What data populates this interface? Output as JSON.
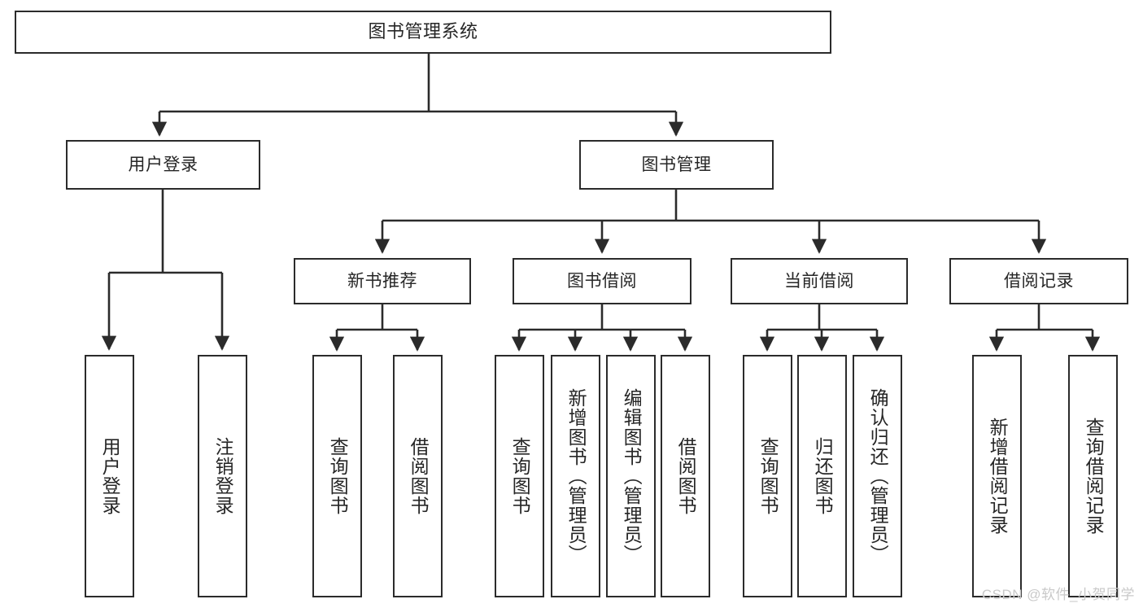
{
  "diagram": {
    "title": "图书管理系统",
    "type": "tree-hierarchy-diagram",
    "root": {
      "label": "图书管理系统"
    },
    "level2": [
      {
        "label": "用户登录"
      },
      {
        "label": "图书管理"
      }
    ],
    "level3": [
      {
        "label": "新书推荐"
      },
      {
        "label": "图书借阅"
      },
      {
        "label": "当前借阅"
      },
      {
        "label": "借阅记录"
      }
    ],
    "leaves": {
      "user_login": [
        {
          "label": "用户登录"
        },
        {
          "label": "注销登录"
        }
      ],
      "new_book_recommend": [
        {
          "label": "查询图书"
        },
        {
          "label": "借阅图书"
        }
      ],
      "book_borrow": [
        {
          "label": "查询图书"
        },
        {
          "label": "新增图书（管理员）"
        },
        {
          "label": "编辑图书（管理员）"
        },
        {
          "label": "借阅图书"
        }
      ],
      "current_borrow": [
        {
          "label": "查询图书"
        },
        {
          "label": "归还图书"
        },
        {
          "label": "确认归还（管理员）"
        }
      ],
      "borrow_record": [
        {
          "label": "新增借阅记录"
        },
        {
          "label": "查询借阅记录"
        }
      ]
    }
  },
  "watermark": {
    "text": "CSDN @软件_小贺同学"
  },
  "colors": {
    "border": "#2b2b2b",
    "background": "#ffffff",
    "text": "#262626",
    "watermark": "#c9c9c9"
  }
}
